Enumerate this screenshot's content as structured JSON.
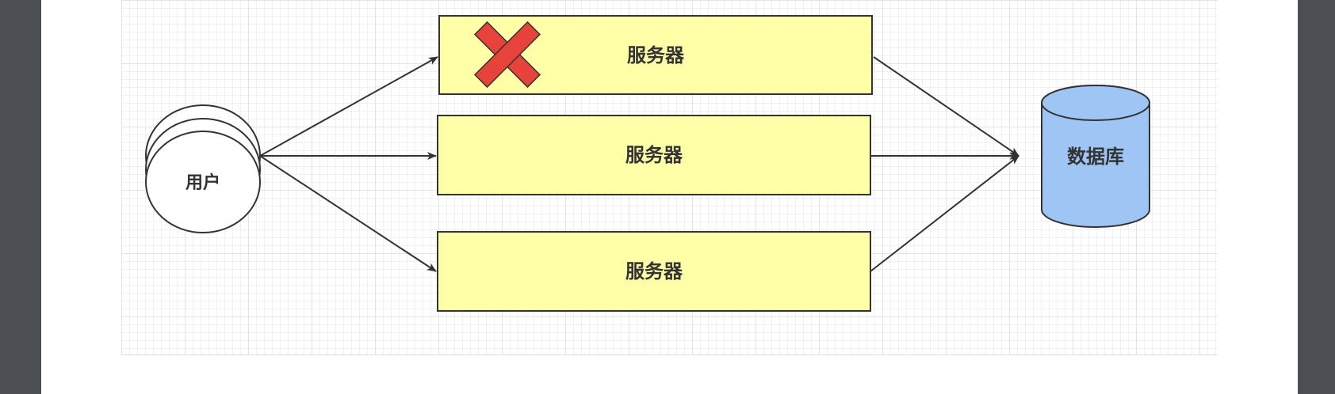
{
  "diagram": {
    "user_label": "用户",
    "servers": [
      {
        "label": "服务器",
        "failed": true
      },
      {
        "label": "服务器",
        "failed": false
      },
      {
        "label": "服务器",
        "failed": false
      }
    ],
    "database_label": "数据库"
  },
  "colors": {
    "server_fill": "#ffffa8",
    "database_fill": "#9fc5f5",
    "failure_mark": "#e8433b",
    "stroke": "#333333"
  },
  "icons": {
    "failure": "cross-icon"
  }
}
